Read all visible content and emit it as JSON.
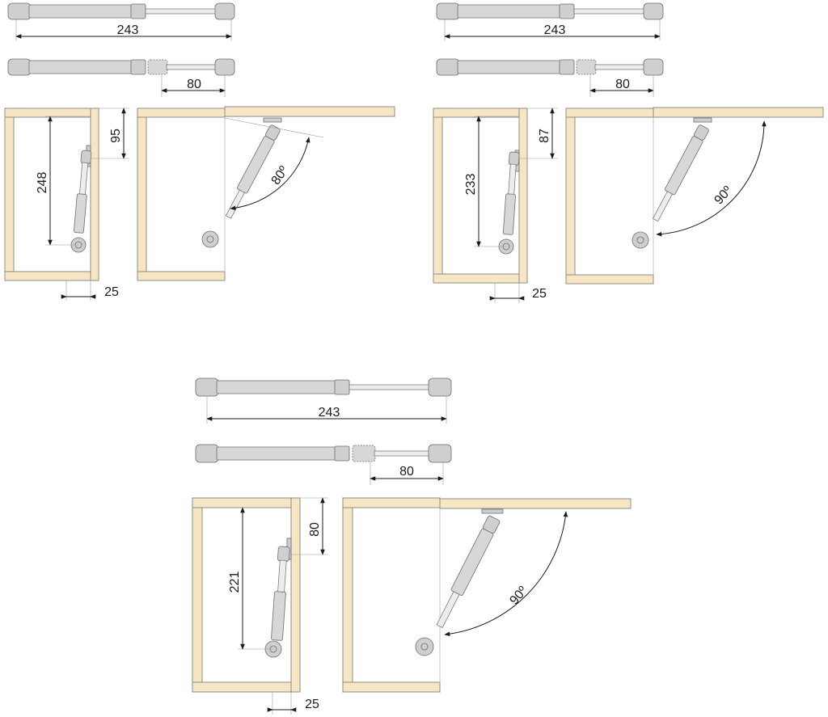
{
  "variants": [
    {
      "id": "v1",
      "spring_length": "243",
      "stroke": "80",
      "cabinet_height": "248",
      "mount_offset": "95",
      "depth": "25",
      "angle": "80º"
    },
    {
      "id": "v2",
      "spring_length": "243",
      "stroke": "80",
      "cabinet_height": "233",
      "mount_offset": "87",
      "depth": "25",
      "angle": "90º"
    },
    {
      "id": "v3",
      "spring_length": "243",
      "stroke": "80",
      "cabinet_height": "221",
      "mount_offset": "80",
      "depth": "25",
      "angle": "90º"
    }
  ],
  "colors": {
    "panel_fill": "#f7e6c4",
    "panel_edge": "#8e8e8e",
    "metal": "#d7d7d9",
    "dimension": "#1a1a1a"
  }
}
